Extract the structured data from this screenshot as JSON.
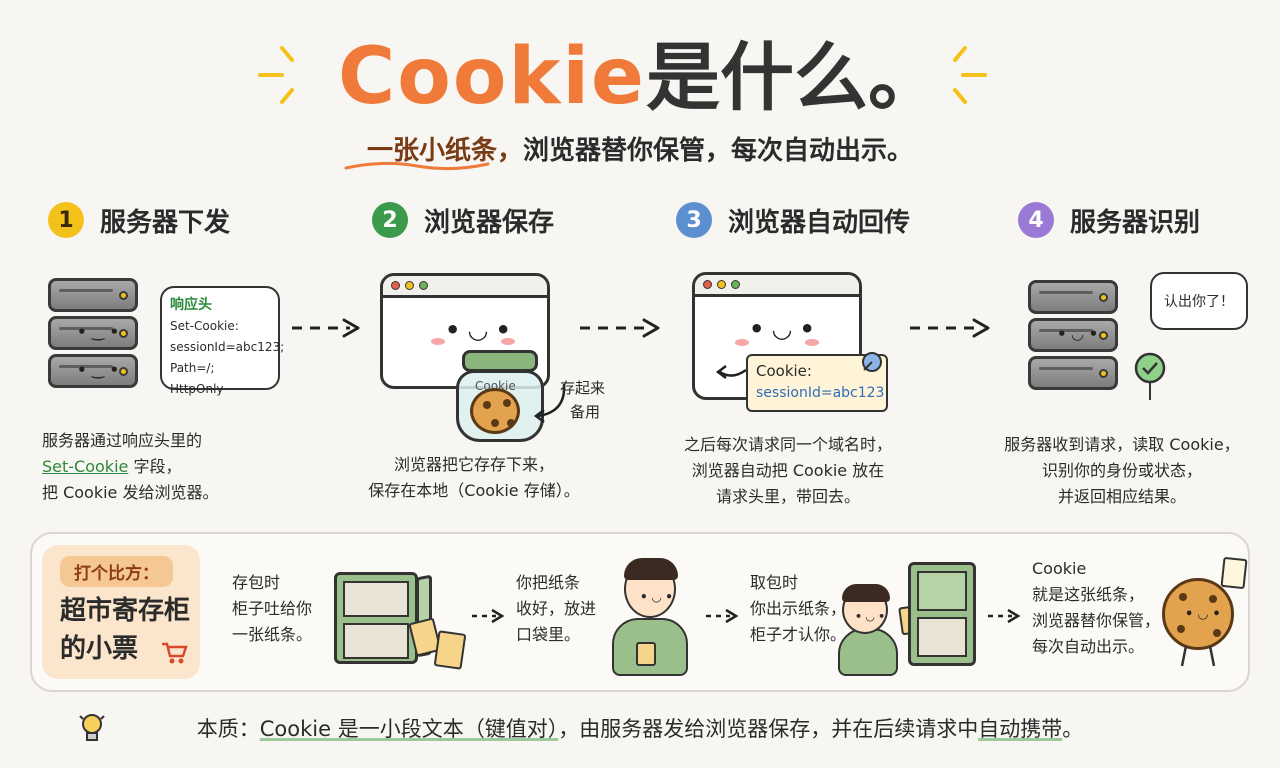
{
  "header": {
    "title_highlight": "Cookie",
    "title_rest": "是什么。",
    "subtitle_highlight": "一张小纸条，",
    "subtitle_rest": "浏览器替你保管，每次自动出示。"
  },
  "colors": {
    "accent_orange": "#f07a3a",
    "step1": "#f3c21a",
    "step2": "#3c9a4c",
    "step3": "#5b8fd0",
    "step4": "#9b7ad6",
    "green_text": "#2d8a3c",
    "blue_text": "#2f6db8"
  },
  "steps": [
    {
      "num": "1",
      "title": "服务器下发",
      "bubble": {
        "title": "响应头",
        "lines": [
          "Set-Cookie:",
          "sessionId=abc123;",
          "Path=/; HttpOnly"
        ]
      },
      "caption_lines": [
        "服务器通过响应头里的",
        "字段，",
        "把 Cookie 发给浏览器。"
      ],
      "caption_highlight": "Set-Cookie"
    },
    {
      "num": "2",
      "title": "浏览器保存",
      "jar_label": "Cookie",
      "side_note": [
        "存起来",
        "备用"
      ],
      "caption_lines": [
        "浏览器把它存存下来，",
        "保存在本地（Cookie 存储）。"
      ]
    },
    {
      "num": "3",
      "title": "浏览器自动回传",
      "cookie_label": "Cookie:",
      "cookie_value": "sessionId=abc123",
      "caption_lines": [
        "之后每次请求同一个域名时，",
        "浏览器自动把 Cookie 放在",
        "请求头里，带回去。"
      ]
    },
    {
      "num": "4",
      "title": "服务器识别",
      "bubble_text": "认出你了！",
      "caption_lines": [
        "服务器收到请求，读取 Cookie，",
        "识别你的身份或状态，",
        "并返回相应结果。"
      ]
    }
  ],
  "analogy": {
    "tag": "打个比方：",
    "title_lines": [
      "超市寄存柜",
      "的小票"
    ],
    "panels": [
      [
        "存包时",
        "柜子吐给你",
        "一张纸条。"
      ],
      [
        "你把纸条",
        "收好，放进",
        "口袋里。"
      ],
      [
        "取包时",
        "你出示纸条，",
        "柜子才认你。"
      ],
      [
        "Cookie",
        "就是这张纸条，",
        "浏览器替你保管，",
        "每次自动出示。"
      ]
    ]
  },
  "footer": {
    "prefix": "本质：",
    "text_ul": "Cookie 是一小段文本（键值对）",
    "text_mid": "，由服务器发给浏览器保存，并在后续请求中",
    "text_ul2": "自动携带",
    "text_end": "。"
  }
}
